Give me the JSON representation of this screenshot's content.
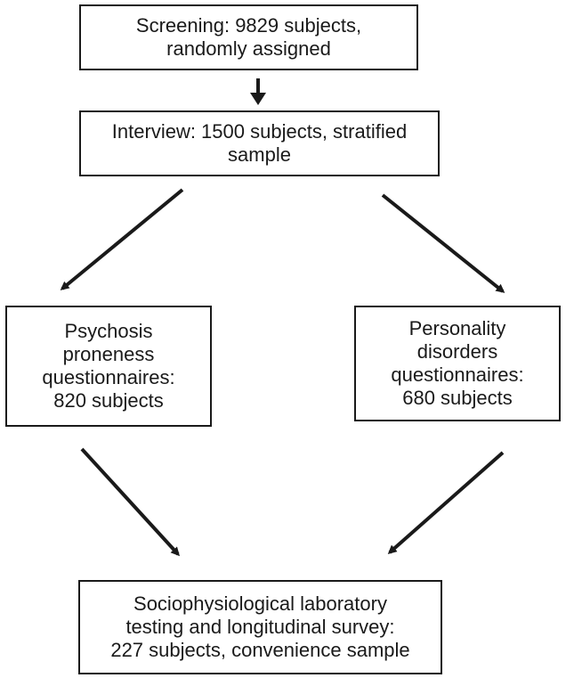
{
  "flowchart": {
    "boxes": {
      "screening": "Screening: 9829 subjects,\nrandomly assigned",
      "interview": "Interview: 1500 subjects, stratified\nsample",
      "psychosis": "Psychosis\nproneness\nquestionnaires:\n820 subjects",
      "personality": "Personality\ndisorders\nquestionnaires:\n680 subjects",
      "lab": "Sociophysiological laboratory\ntesting and longitudinal survey:\n227 subjects, convenience sample"
    }
  }
}
